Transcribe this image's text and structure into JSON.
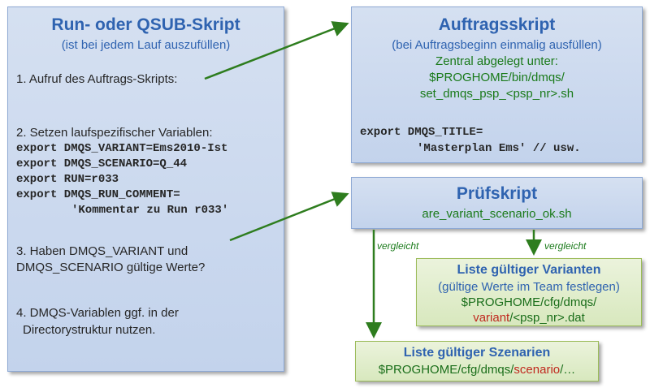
{
  "run_script": {
    "title": "Run- oder QSUB-Skript",
    "subtitle": "(ist bei jedem Lauf auszufüllen)",
    "step1": "1. Aufruf des Auftrags-Skripts:",
    "step2": "2. Setzen laufspezifischer Variablen:",
    "code": [
      "export DMQS_VARIANT=Ems2010-Ist",
      "export DMQS_SCENARIO=Q_44",
      "export RUN=r033",
      "export DMQS_RUN_COMMENT=",
      "'Kommentar zu Run r033'"
    ],
    "step3_line1": "3. Haben DMQS_VARIANT und",
    "step3_line2": "DMQS_SCENARIO gültige Werte?",
    "step4_line1": "4. DMQS-Variablen ggf. in der",
    "step4_line2": "Directorystruktur nutzen."
  },
  "auftrag": {
    "title": "Auftragsskript",
    "subtitle": "(bei Auftragsbeginn einmalig ausfüllen)",
    "loc1": "Zentral abgelegt unter:",
    "loc2": "$PROGHOME/bin/dmqs/",
    "loc3": "set_dmqs_psp_<psp_nr>.sh",
    "code1": "export DMQS_TITLE=",
    "code2": "'Masterplan Ems'  // usw."
  },
  "pruef": {
    "title": "Prüfskript",
    "file": "are_variant_scenario_ok.sh",
    "label_left": "vergleicht",
    "label_right": "vergleicht"
  },
  "varianten": {
    "title": "Liste gültiger Varianten",
    "subtitle": "(gültige Werte im Team festlegen)",
    "path1": "$PROGHOME/cfg/dmqs/",
    "path2_red": "variant",
    "path2_rest": "/<psp_nr>.dat"
  },
  "szenarien": {
    "title": "Liste gültiger Szenarien",
    "path_pre": "$PROGHOME/cfg/dmqs/",
    "path_red": "scenario",
    "path_post": "/…"
  },
  "colors": {
    "title_blue": "#2f63b0",
    "green_text": "#1a7a1a",
    "red_text": "#c0281e",
    "arrow_green": "#2e7d1e",
    "box_blue": "#c3d3ec",
    "box_green": "#d8e8be"
  }
}
